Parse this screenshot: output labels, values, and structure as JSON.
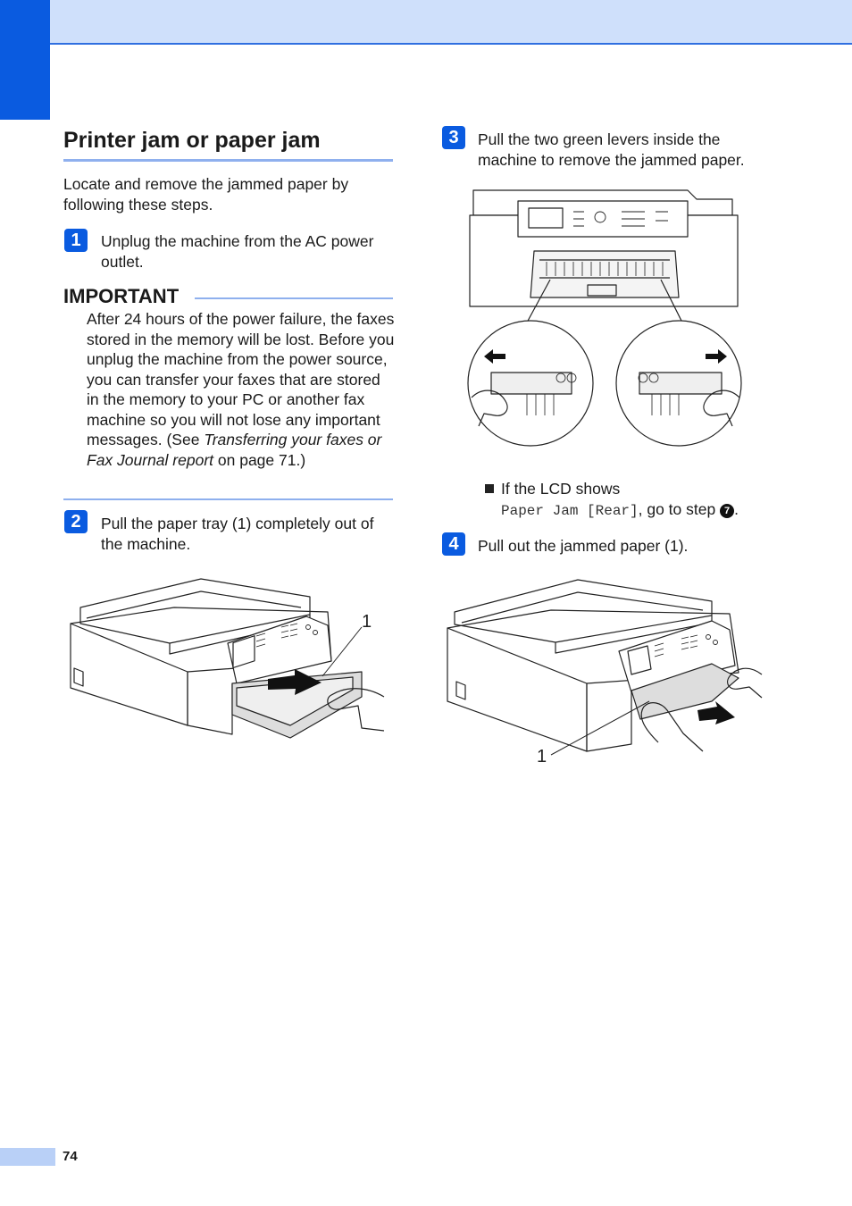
{
  "page": {
    "number": "74"
  },
  "section": {
    "title": "Printer jam or paper jam"
  },
  "intro": "Locate and remove the jammed paper by following these steps.",
  "steps": [
    {
      "num": "1",
      "text": "Unplug the machine from the AC power outlet."
    },
    {
      "num": "2",
      "text": "Pull the paper tray (1) completely out of the machine."
    },
    {
      "num": "3",
      "text": "Pull the two green levers inside the machine to remove the jammed paper."
    },
    {
      "num": "4",
      "text": "Pull out the jammed paper (1)."
    }
  ],
  "important": {
    "heading": "IMPORTANT",
    "body_before": "After 24 hours of the power failure, the faxes stored in the memory will be lost. Before you unplug the machine from the power source, you can transfer your faxes that are stored in the memory to your PC or another fax machine so you will not lose any important messages. (See ",
    "link_italic": "Transferring your faxes or Fax Journal report",
    "body_after": " on page 71.)"
  },
  "lcd_note": {
    "prefix": "If the LCD shows",
    "lcd_text": "Paper Jam [Rear]",
    "suffix": ", go to step",
    "step_ref": "7",
    "end": "."
  },
  "figures": {
    "tray_callout": "1",
    "paper_callout": "1"
  }
}
